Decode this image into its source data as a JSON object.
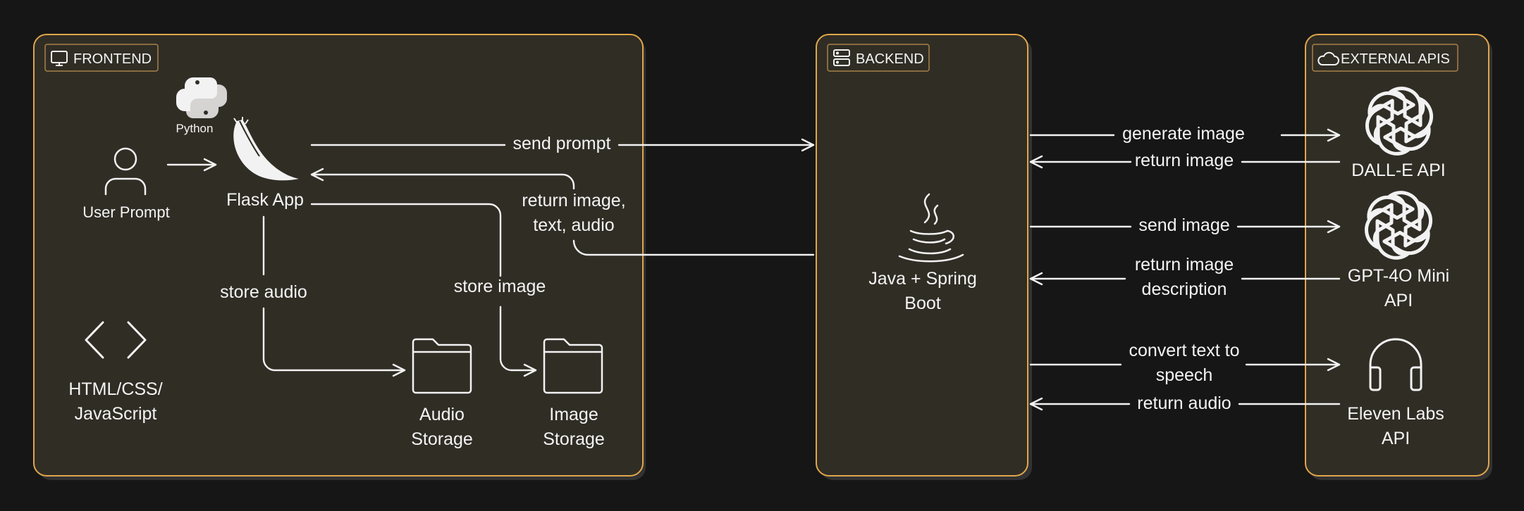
{
  "groups": {
    "frontend": "FRONTEND",
    "backend": "BACKEND",
    "external": "EXTERNAL APIS"
  },
  "nodes": {
    "python": "Python",
    "flask": "Flask App",
    "user_prompt": "User Prompt",
    "html": [
      "HTML/CSS/",
      "JavaScript"
    ],
    "audio_storage": [
      "Audio",
      "Storage"
    ],
    "image_storage": [
      "Image",
      "Storage"
    ],
    "java": [
      "Java + Spring",
      "Boot"
    ],
    "dalle": "DALL-E API",
    "gpt": [
      "GPT-4O Mini",
      "API"
    ],
    "eleven": [
      "Eleven Labs",
      "API"
    ]
  },
  "edges": {
    "send_prompt": "send prompt",
    "return_all": [
      "return image,",
      "text, audio"
    ],
    "store_audio": "store audio",
    "store_image": "store image",
    "generate_image": "generate image",
    "return_image": "return image",
    "send_image": "send image",
    "return_description": [
      "return image",
      "description"
    ],
    "convert_text": [
      "convert text to",
      "speech"
    ],
    "return_audio": "return audio"
  },
  "colors": {
    "background": "#161616",
    "panel_fill": "#302d25",
    "panel_border": "#e0a64a",
    "line": "#f2f2f2"
  },
  "icons": [
    "monitor-icon",
    "server-icon",
    "cloud-icon",
    "python-logo-icon",
    "flask-logo-icon",
    "user-icon",
    "code-brackets-icon",
    "folder-icon",
    "java-logo-icon",
    "openai-logo-icon",
    "headphones-icon"
  ]
}
